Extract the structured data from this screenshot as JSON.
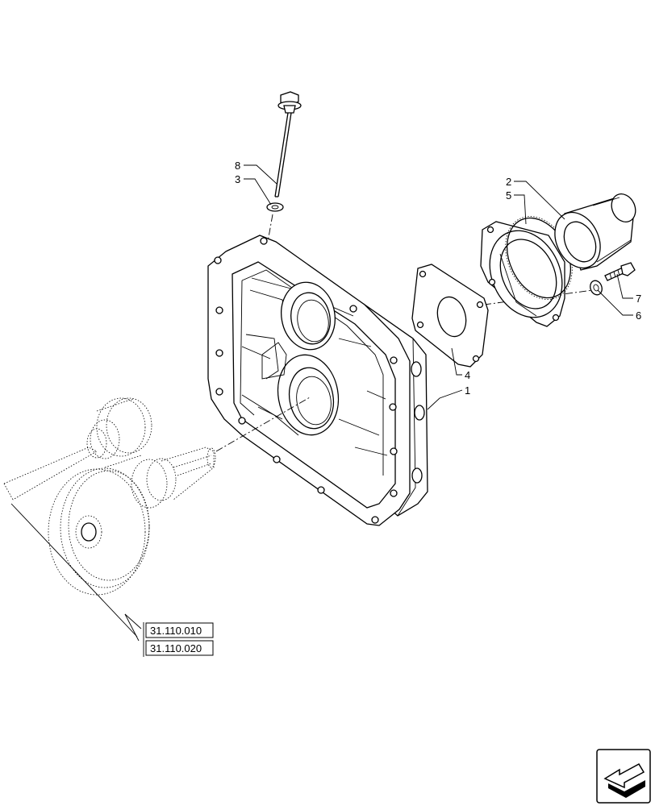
{
  "callouts": [
    "8",
    "3",
    "2",
    "5",
    "7",
    "6",
    "4",
    "1"
  ],
  "references": [
    "31.110.010",
    "31.110.020"
  ],
  "icons": {
    "navigation": "return-arrow-icon"
  }
}
